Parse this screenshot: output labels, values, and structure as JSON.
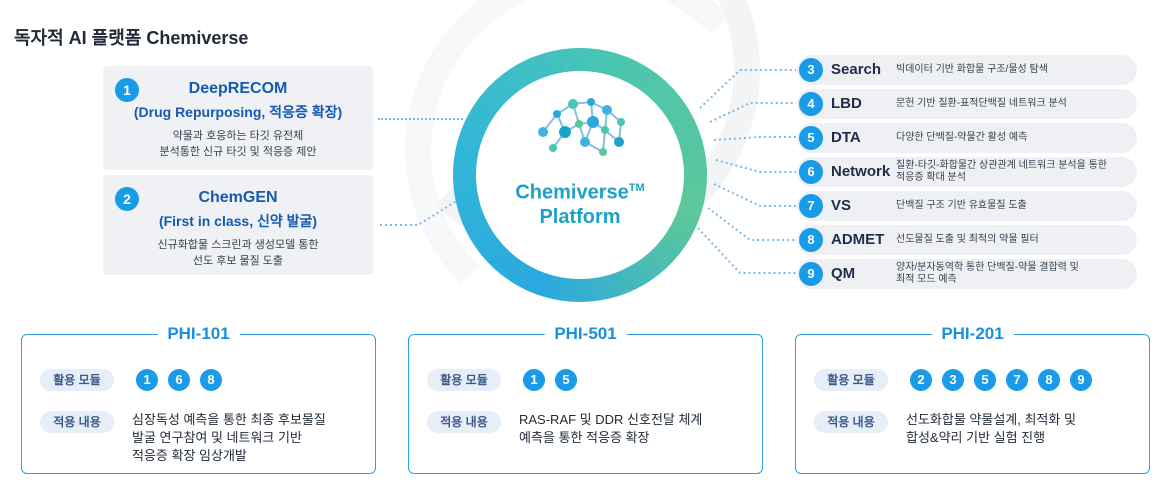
{
  "page_title": "독자적 AI 플랫폼 Chemiverse",
  "left_boxes": [
    {
      "num": "1",
      "title": "DeepRECOM",
      "subtitle": "(Drug Repurposing, 적응증 확장)",
      "desc1": "약물과 호응하는 타깃 유전체",
      "desc2": "분석통한 신규 타깃 및 적응증 제안"
    },
    {
      "num": "2",
      "title": "ChemGEN",
      "subtitle": "(First in class, 신약 발굴)",
      "desc1": "신규화합물 스크린과 생성모델 통한",
      "desc2": "선도 후보 물질 도출"
    }
  ],
  "platform": {
    "line1": "Chemiverse",
    "tm": "TM",
    "line2": "Platform"
  },
  "modules": [
    {
      "num": "3",
      "name": "Search",
      "desc1": "빅데이터 기반 화합물 구조/물성 탐색",
      "desc2": ""
    },
    {
      "num": "4",
      "name": "LBD",
      "desc1": "문헌 기반 질환-표적단백질 네트워크 분석",
      "desc2": ""
    },
    {
      "num": "5",
      "name": "DTA",
      "desc1": "다양한 단백질-약물간 활성 예측",
      "desc2": ""
    },
    {
      "num": "6",
      "name": "Network",
      "desc1": "질환-타깃-화합물간 상관관계 네트워크 분석을 통한",
      "desc2": "적응증 확대 분석"
    },
    {
      "num": "7",
      "name": "VS",
      "desc1": "단백질 구조 기반 유효물질 도출",
      "desc2": ""
    },
    {
      "num": "8",
      "name": "ADMET",
      "desc1": "선도물질 도출 및 최적의 약물 필터",
      "desc2": ""
    },
    {
      "num": "9",
      "name": "QM",
      "desc1": "양자/분자동역학 통한 단백질-약물 결합력 및",
      "desc2": "최적 모드 예측"
    }
  ],
  "phi": [
    {
      "title": "PHI-101",
      "module_label": "활용 모듈",
      "apply_label": "적용 내용",
      "chips": [
        "1",
        "6",
        "8"
      ],
      "apply": [
        "심장독성 예측을 통한 최종 후보물질",
        "발굴 연구참여 및 네트워크 기반",
        "적응증 확장 임상개발"
      ]
    },
    {
      "title": "PHI-501",
      "module_label": "활용 모듈",
      "apply_label": "적용 내용",
      "chips": [
        "1",
        "5"
      ],
      "apply": [
        "RAS-RAF 및 DDR 신호전달 체계",
        "예측을 통한 적응증 확장"
      ]
    },
    {
      "title": "PHI-201",
      "module_label": "활용 모듈",
      "apply_label": "적용 내용",
      "chips": [
        "2",
        "3",
        "5",
        "7",
        "8",
        "9"
      ],
      "apply": [
        "선도화합물 약물설계, 최적화 및",
        "합성&약리 기반 실험 진행"
      ]
    }
  ],
  "colors": {
    "accent": "#1a9be8",
    "title_blue": "#1559b0",
    "teal": "#4cc6b0"
  },
  "icons": {
    "brain": "brain-network-icon"
  }
}
